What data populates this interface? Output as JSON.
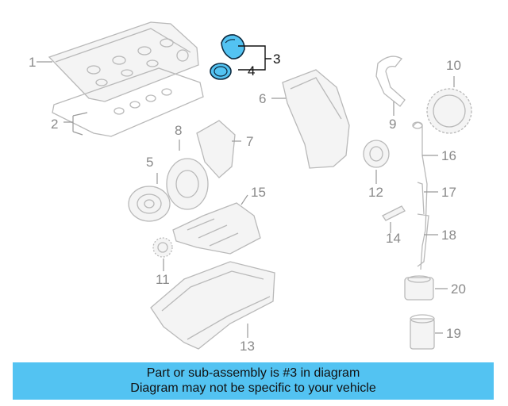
{
  "callouts": {
    "c1": "1",
    "c2": "2",
    "c3": "3",
    "c4": "4",
    "c5": "5",
    "c6": "6",
    "c7": "7",
    "c8": "8",
    "c9": "9",
    "c10": "10",
    "c11": "11",
    "c12": "12",
    "c13": "13",
    "c14": "14",
    "c15": "15",
    "c16": "16",
    "c17": "17",
    "c18": "18",
    "c19": "19",
    "c20": "20"
  },
  "highlighted_part": "3",
  "colors": {
    "highlight": "#53c3f2",
    "banner": "#53c3f2",
    "line_art": "#b9b9b9",
    "callout_text": "#8a8a8a"
  },
  "banner": {
    "line1": "Part or sub-assembly is #3 in diagram",
    "line2": "Diagram may not be specific to your vehicle"
  }
}
